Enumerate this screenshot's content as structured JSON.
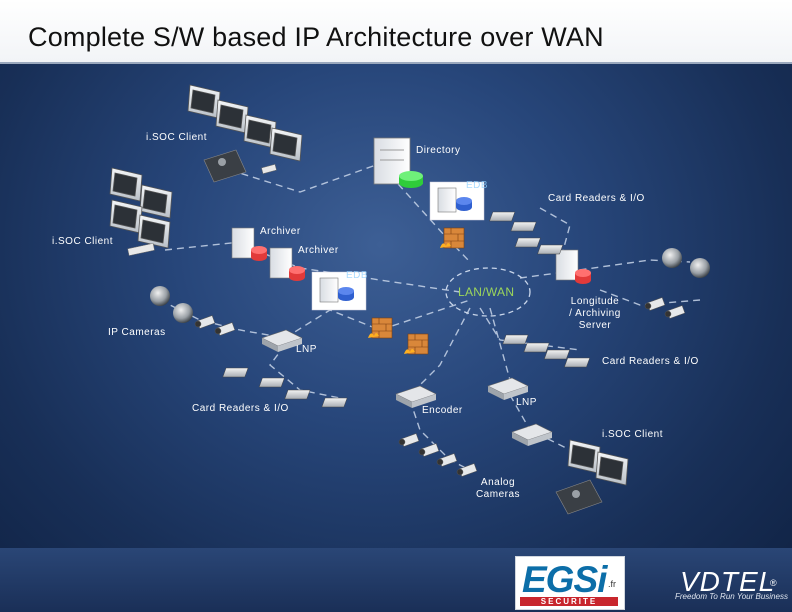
{
  "title": "Complete S/W based IP Architecture over WAN",
  "labels": {
    "isoc_client_top": "i.SOC Client",
    "directory": "Directory",
    "edb_top": "EDB",
    "card_readers_top": "Card Readers & I/O",
    "archiver_1": "Archiver",
    "isoc_client_left": "i.SOC Client",
    "archiver_2": "Archiver",
    "edb_mid": "EDB",
    "lan_wan": "LAN/WAN",
    "longitude_1": "Longitude",
    "longitude_2": "/ Archiving",
    "longitude_3": "Server",
    "ip_cameras": "IP Cameras",
    "lnp_left": "LNP",
    "card_readers_right": "Card Readers & I/O",
    "card_readers_left": "Card Readers & I/O",
    "encoder": "Encoder",
    "lnp_right": "LNP",
    "isoc_client_bottom": "i.SOC Client",
    "analog_1": "Analog",
    "analog_2": "Cameras"
  },
  "logos": {
    "egsi_main": "EGSi",
    "egsi_fr": ".fr",
    "egsi_sub": "SECURITE",
    "vdtel_main": "VDTEL",
    "vdtel_reg": "®",
    "vdtel_tag": "Freedom To Run Your Business"
  },
  "colors": {
    "background": "#27467a",
    "title_bar": "#ffffff",
    "network_line": "#c9d6ea",
    "lan_wan_text": "#9cd65b",
    "server_red": "#e23a3a",
    "server_green": "#2fcc3a",
    "server_blue": "#2f5fcf",
    "firewall": "#d9873a"
  },
  "icons": [
    "monitor-icon",
    "keyboard-joystick-icon",
    "server-icon",
    "database-icon",
    "firewall-icon",
    "dome-camera-icon",
    "ip-camera-icon",
    "card-reader-icon",
    "network-switch-icon"
  ]
}
